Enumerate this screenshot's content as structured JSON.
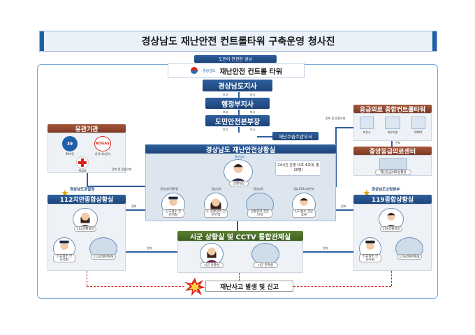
{
  "title": "경상남도 재난안전 컨트롤타워 구축운영 청사진",
  "top_banner": {
    "slogan": "도민이 안전한 경남",
    "logo_text": "경상남도",
    "tower_name": "재난안전 컨트롤 타워"
  },
  "chain": {
    "governor": "경상남도지사",
    "vice_governor": "행정부지사",
    "safety_director": "도민안전본부장",
    "disaster_dept": "재난수습주관부서",
    "report": "보고",
    "direct": "지시"
  },
  "related_agencies": {
    "title": "유관기관",
    "items": [
      "39사단",
      "한국가스공사",
      "적십자"
    ],
    "connector": "전파 및 응원요청"
  },
  "medical": {
    "title": "응급의료 종합컨트롤타워",
    "items": [
      "보건소",
      "의료기관",
      "DMAT"
    ],
    "connector": "전파 및 응원요청",
    "center_title": "중앙응급의료센터",
    "center_label": "재난응급의료상황실",
    "broadcast": "전파"
  },
  "situation_room": {
    "title": "경상남도 재난안전상황실",
    "logo": "경상남도",
    "chief": "상황실장",
    "ops_note": "24시간 운영 (4조 4교대, 총 20명)",
    "org_labels": [
      "경상남도경찰청",
      "경상남도",
      "경상남도",
      "경남119소방본부"
    ],
    "staff": [
      "신고접수 전문경찰",
      "도 상황관리 전문인력",
      "상황관리 전문인력",
      "신고접수 전문요원"
    ]
  },
  "police": {
    "org": "경상남도경찰청",
    "title": "112치안종합상황실",
    "chief": "112상황실장",
    "staff": [
      "신고접수 전문경찰",
      "112상황관제실"
    ],
    "broadcast": "전파"
  },
  "fire": {
    "org": "경상남도소방본부",
    "title": "119종합상황실",
    "chief": "119상황실장",
    "staff": [
      "신고접수 전문요원",
      "119상황관제실"
    ],
    "broadcast": "전파"
  },
  "county": {
    "title": "시군 상황실 및 CCTV 통합관제실",
    "items": [
      "시군 상황실",
      "시군 관제실"
    ],
    "broadcast_left": "전파",
    "broadcast_right": "전파"
  },
  "incident": {
    "label": "재난사고 발생 및 신고"
  },
  "colors": {
    "primary_blue": "#1d4479",
    "brown": "#7e3a24",
    "green": "#3e5f22",
    "incident_red": "#d9251c"
  }
}
